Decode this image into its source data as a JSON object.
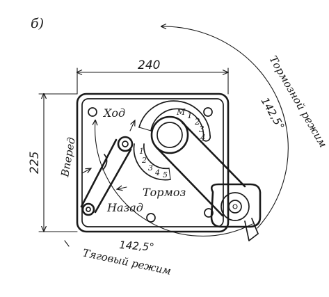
{
  "figure_label": "б)",
  "dimensions": {
    "width_value": "240",
    "height_value": "225",
    "traction_angle": "142,5°",
    "brake_angle": "142,5°"
  },
  "labels": {
    "hod": "Ход",
    "vpered": "Вперед",
    "nazad": "Назад",
    "tormoz": "Тормоз",
    "traction_mode": "Тяговый режим",
    "brake_mode": "Тормозной режим"
  },
  "scales": {
    "upper_marks": [
      "М",
      "1",
      "2",
      "3",
      "4"
    ],
    "lower_marks": [
      "1",
      "2",
      "3",
      "4",
      "5"
    ]
  }
}
